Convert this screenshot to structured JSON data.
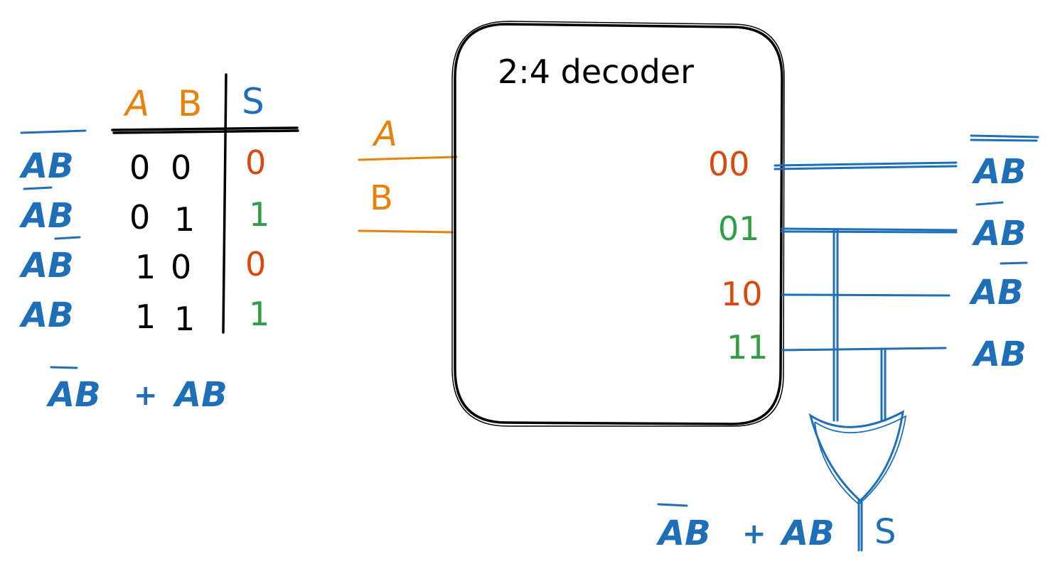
{
  "truth_table": {
    "headers": {
      "a": "A",
      "b": "B",
      "s": "S"
    },
    "rows": [
      {
        "term_bar": "AB",
        "a": "0",
        "b": "0",
        "s": "0"
      },
      {
        "term_bar": "AB",
        "a": "0",
        "b": "1",
        "s": "1"
      },
      {
        "term_bar": "AB",
        "a": "1",
        "b": "0",
        "s": "0"
      },
      {
        "term_bar": "AB",
        "a": "1",
        "b": "1",
        "s": "1"
      }
    ],
    "expression": {
      "left": "AB",
      "plus": "+",
      "right": "AB"
    }
  },
  "decoder": {
    "title": "2:4 decoder",
    "inputs": [
      "A",
      "B"
    ],
    "outputs": [
      "00",
      "01",
      "10",
      "11"
    ],
    "output_terms": [
      "AB",
      "AB",
      "AB",
      "AB"
    ]
  },
  "result": {
    "left": "AB",
    "plus": "+",
    "right": "AB",
    "output": "S"
  },
  "colors": {
    "orange": "#e8820c",
    "blue": "#1f6fb8",
    "red": "#d9480f",
    "green": "#2f9e44",
    "black": "#000000"
  }
}
